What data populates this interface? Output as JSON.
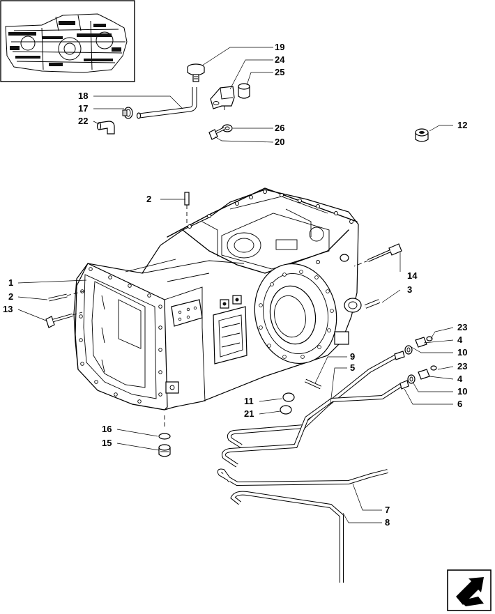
{
  "diagram": {
    "type": "exploded-parts-diagram",
    "labels": [
      {
        "id": "l1",
        "text": "1"
      },
      {
        "id": "l2a",
        "text": "2"
      },
      {
        "id": "l2b",
        "text": "2"
      },
      {
        "id": "l3",
        "text": "3"
      },
      {
        "id": "l4a",
        "text": "4"
      },
      {
        "id": "l4b",
        "text": "4"
      },
      {
        "id": "l5",
        "text": "5"
      },
      {
        "id": "l6",
        "text": "6"
      },
      {
        "id": "l7",
        "text": "7"
      },
      {
        "id": "l8",
        "text": "8"
      },
      {
        "id": "l9",
        "text": "9"
      },
      {
        "id": "l10a",
        "text": "10"
      },
      {
        "id": "l10b",
        "text": "10"
      },
      {
        "id": "l11",
        "text": "11"
      },
      {
        "id": "l12",
        "text": "12"
      },
      {
        "id": "l13",
        "text": "13"
      },
      {
        "id": "l14",
        "text": "14"
      },
      {
        "id": "l15",
        "text": "15"
      },
      {
        "id": "l16",
        "text": "16"
      },
      {
        "id": "l17",
        "text": "17"
      },
      {
        "id": "l18",
        "text": "18"
      },
      {
        "id": "l19",
        "text": "19"
      },
      {
        "id": "l20",
        "text": "20"
      },
      {
        "id": "l21",
        "text": "21"
      },
      {
        "id": "l22",
        "text": "22"
      },
      {
        "id": "l23a",
        "text": "23"
      },
      {
        "id": "l23b",
        "text": "23"
      },
      {
        "id": "l24",
        "text": "24"
      },
      {
        "id": "l25",
        "text": "25"
      },
      {
        "id": "l26",
        "text": "26"
      }
    ]
  },
  "icons": {
    "thumbnail": "tractor-location-thumbnail-icon",
    "nav": "next-page-arrow-icon"
  }
}
